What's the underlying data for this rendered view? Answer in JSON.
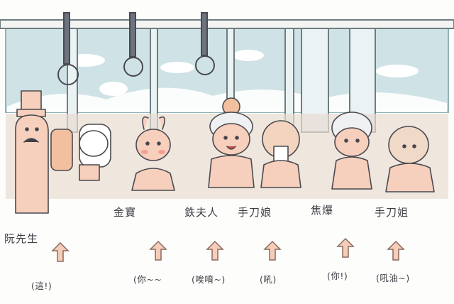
{
  "colors": {
    "window_blue": "#cfe3e6",
    "floor": "#e8dcd2",
    "skin": "#f6cfbd",
    "blush": "#f29f95",
    "outline": "#4a4a4f",
    "arrow_fill": "#f6cdb9",
    "arrow_stroke": "#8a6a5e"
  },
  "characters": [
    {
      "id": "ruan",
      "name": "阮先生",
      "speech": "(這!)",
      "icon": "mustache-man-icon"
    },
    {
      "id": "jinbao",
      "name": "金寶",
      "speech": "(你~~",
      "icon": "bunny-ears-kid-icon"
    },
    {
      "id": "tiefu",
      "name": "鉄夫人",
      "speech": "(唉唷~)",
      "icon": "beanie-lady-icon"
    },
    {
      "id": "xiaoer",
      "name": "手刀娘",
      "speech": "(吼)",
      "icon": "phone-girl-icon"
    },
    {
      "id": "jiaobao",
      "name": "焦爆",
      "speech": "(你!)",
      "icon": "striped-hat-kid-icon"
    },
    {
      "id": "xiaojie",
      "name": "手刀姐",
      "speech": "(吼油~)",
      "icon": "bob-hair-girl-icon"
    }
  ]
}
